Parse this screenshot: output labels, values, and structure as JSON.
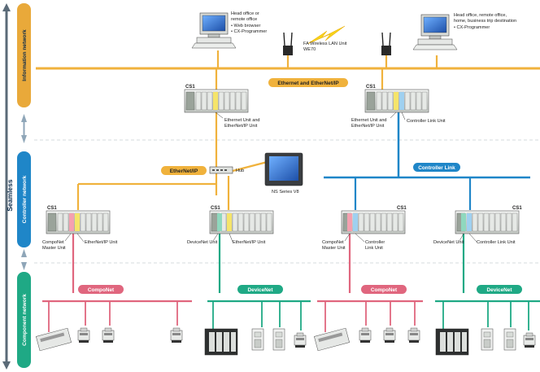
{
  "side_labels": {
    "information": "Information network",
    "controller": "Controller network",
    "component": "Component network",
    "seamless": "Seamless"
  },
  "top": {
    "office_left": [
      "Head office or",
      "remote office",
      "• Web browser",
      "• CX-Programmer"
    ],
    "office_right": [
      "Head office, remote office,",
      "home, business trip destination",
      "• CX-Programmer"
    ],
    "wireless": [
      "FA Wireless LAN Unit",
      "WE70"
    ]
  },
  "networks": {
    "ethernet_ip_main": "Ethernet and EtherNet/IP",
    "ethernet_ip": "EtherNet/IP",
    "controller_link": "Controller Link",
    "componet_left": "CompoNet",
    "devicenet_left": "DeviceNet",
    "componet_right": "CompoNet",
    "devicenet_right": "DeviceNet"
  },
  "plcs": {
    "cs1_top_left": {
      "name": "CS1",
      "unit": [
        "Ethernet Unit and",
        "EtherNet/IP Unit"
      ]
    },
    "cs1_top_right": {
      "name": "CS1",
      "unit": [
        "Ethernet Unit and",
        "EtherNet/IP Unit"
      ],
      "unit2": "Controller Link Unit"
    },
    "cs1_a": {
      "name": "CS1",
      "unit": [
        "CompoNet",
        "Master Unit"
      ],
      "unit2": "EtherNet/IP Unit"
    },
    "cs1_b": {
      "name": "CS1",
      "unit": "DeviceNet Unit",
      "unit2": "EtherNet/IP Unit"
    },
    "cs1_c": {
      "name": "CS1",
      "unit": [
        "CompoNet",
        "Master Unit"
      ],
      "unit2": [
        "Controller",
        "Link Unit"
      ]
    },
    "cs1_d": {
      "name": "CS1",
      "unit": "DeviceNet Unit",
      "unit2": "Controller Link Unit"
    }
  },
  "hub": "Hub",
  "hmi": "NS Series V8",
  "colors": {
    "ethernet": "#f0b23c",
    "controller_link": "#1f86c8",
    "componet": "#e0667e",
    "devicenet": "#1fa985",
    "band_info": "#e9a93a",
    "band_ctrl": "#1f86c8",
    "band_comp": "#1fa985"
  }
}
